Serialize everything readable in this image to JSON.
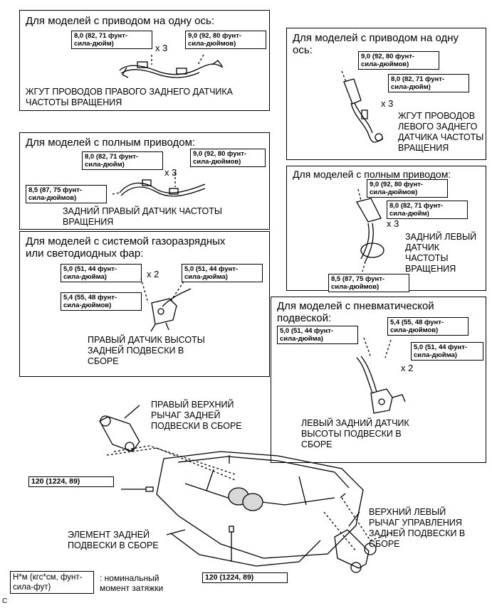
{
  "panels": {
    "p1": {
      "title": "Для моделей с приводом на одну ось:",
      "torque_a": "8,0 (82, 71 фунт-\nсила-дюйм)",
      "mult_a": "x 3",
      "torque_b": "9,0 (92, 80 фунт-\nсила-дюймов)",
      "label": "ЖГУТ ПРОВОДОВ ПРАВОГО ЗАДНЕГО ДАТЧИКА\nЧАСТОТЫ ВРАЩЕНИЯ"
    },
    "p2": {
      "title": "Для моделей с полным приводом:",
      "torque_a": "8,0 (82, 71 фунт-\nсила-дюйм)",
      "mult_a": "x 3",
      "torque_b": "9,0 (92, 80 фунт-\nсила-дюймов)",
      "torque_c": "8,5 (87, 75 фунт-\nсила-дюймов)",
      "label": "ЗАДНИЙ ПРАВЫЙ ДАТЧИК ЧАСТОТЫ\nВРАЩЕНИЯ"
    },
    "p3": {
      "title": "Для моделей с системой газоразрядных\nили светодиодных фар:",
      "torque_a": "5,0 (51, 44 фунт-\nсила-дюйма)",
      "mult_a": "x 2",
      "torque_b": "5,0 (51, 44 фунт-\nсила-дюйма)",
      "torque_c": "5,4 (55, 48 фунт-\nсила-дюймов)",
      "label": "ПРАВЫЙ ДАТЧИК ВЫСОТЫ\nЗАДНЕЙ ПОДВЕСКИ В\nСБОРЕ"
    },
    "p4": {
      "title": "Для моделей с приводом на одну\nось:",
      "torque_a": "9,0 (92, 80 фунт-\nсила-дюймов)",
      "torque_b": "8,0 (82, 71 фунт-\nсила-дюйм)",
      "mult_b": "x 3",
      "label": "ЖГУТ ПРОВОДОВ\nЛЕВОГО ЗАДНЕГО\nДАТЧИКА ЧАСТОТЫ\nВРАЩЕНИЯ"
    },
    "p5": {
      "title": "Для моделей с полным приводом:",
      "torque_a": "9,0 (92, 80 фунт-\nсила-дюймов)",
      "torque_b": "8,0 (82, 71 фунт-\nсила-дюйм)",
      "mult_b": "x 3",
      "torque_c": "8,5 (87, 75 фунт-\nсила-дюймов)",
      "label": "ЗАДНИЙ ЛЕВЫЙ\nДАТЧИК\nЧАСТОТЫ\nВРАЩЕНИЯ"
    },
    "p6": {
      "title": "Для моделей с пневматической\nподвеской:",
      "torque_a": "5,0 (51, 44 фунт-\nсила-дюйма)",
      "torque_b": "5,4 (55, 48 фунт-\nсила-дюймов)",
      "torque_c": "5,0 (51, 44 фунт-\nсила-дюйма)",
      "mult_c": "x 2",
      "label": "ЛЕВЫЙ ЗАДНИЙ ДАТЧИК\nВЫСОТЫ ПОДВЕСКИ В\nСБОРЕ"
    }
  },
  "main": {
    "upper_arm_right": "ПРАВЫЙ ВЕРХНИЙ\nРЫЧАГ ЗАДНЕЙ\nПОДВЕСКИ В СБОРЕ",
    "torque_left": "120 (1224, 89)",
    "torque_bottom": "120 (1224, 89)",
    "member": "ЭЛЕМЕНТ ЗАДНЕЙ\nПОДВЕСКИ В СБОРЕ",
    "upper_arm_left": "ВЕРХНИЙ ЛЕВЫЙ\nРЫЧАГ УПРАВЛЕНИЯ\nЗАДНЕЙ ПОДВЕСКИ В\nСБОРЕ"
  },
  "legend": {
    "key": "Н*м (кгс*см, фунт-\nсила-фут)",
    "text": ": номинальный\nмомент затяжки"
  },
  "corner_mark": "C"
}
